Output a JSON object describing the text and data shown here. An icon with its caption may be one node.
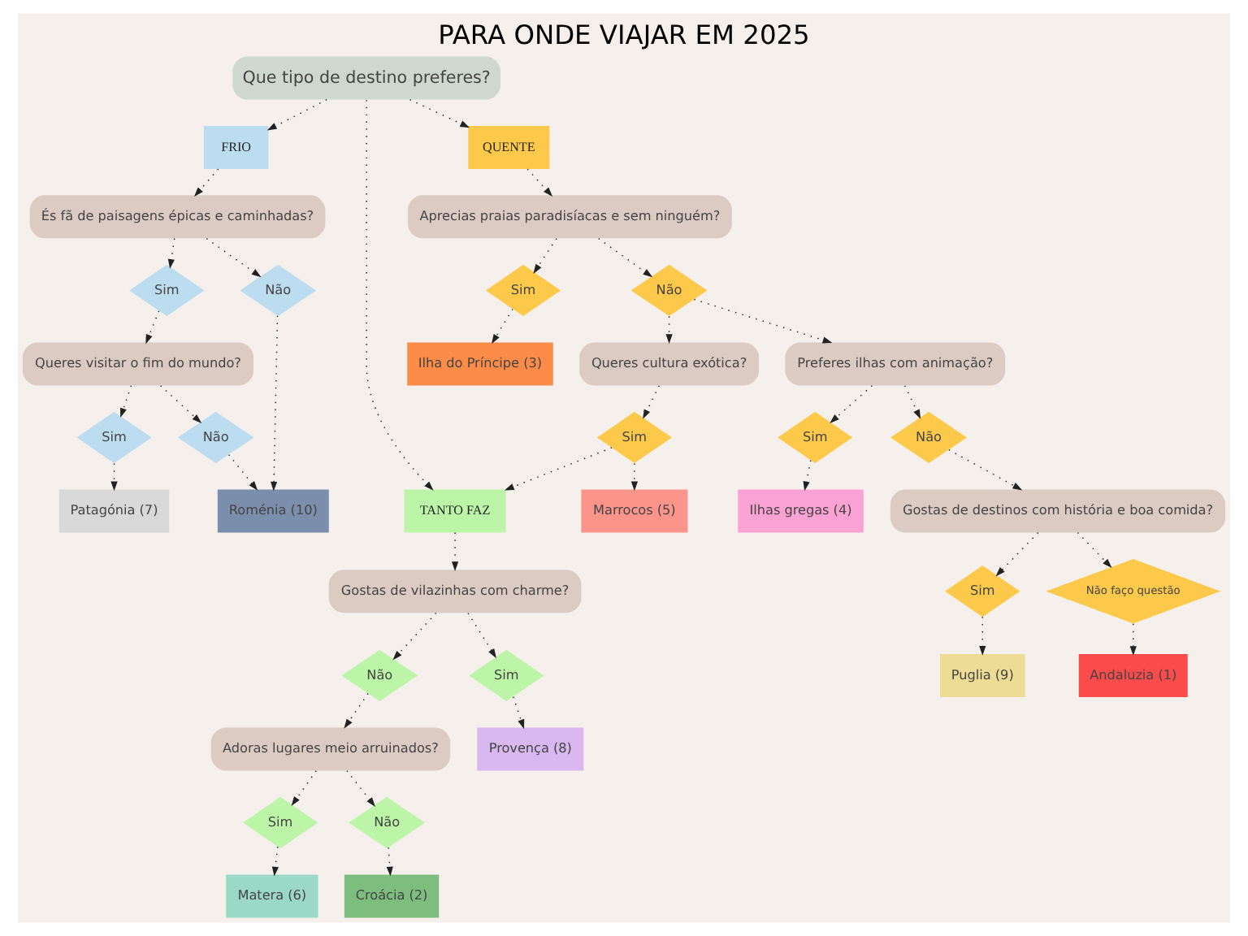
{
  "diagram": {
    "title": "PARA ONDE VIAJAR EM 2025",
    "nodes": [
      {
        "text": [
          "Que tipo de destino preferes?"
        ]
      },
      {
        "text": [
          "FRIO"
        ]
      },
      {
        "text": [
          "QUENTE"
        ]
      },
      {
        "text": [
          "TANTO FAZ"
        ]
      },
      {
        "text": [
          "Marrocos (5)"
        ]
      },
      {
        "text": [
          "Sim"
        ]
      },
      {
        "text": [
          "És fã de paisagens épicas e caminhadas?"
        ]
      },
      {
        "text": [
          "Não"
        ]
      },
      {
        "text": [
          "Roménia (10)"
        ]
      },
      {
        "text": [
          "Sim"
        ]
      },
      {
        "text": [
          "Queres visitar o fim do mundo?"
        ]
      },
      {
        "text": [
          "Não"
        ]
      },
      {
        "text": [
          "Sim"
        ]
      },
      {
        "text": [
          "Patagónia (7)"
        ]
      },
      {
        "text": [
          "Andaluzia (1)"
        ]
      },
      {
        "text": [
          "Não faço questão"
        ]
      },
      {
        "text": [
          "Gostas de destinos com história e boa comida?"
        ]
      },
      {
        "text": [
          "Sim"
        ]
      },
      {
        "text": [
          "Puglia (9)"
        ]
      },
      {
        "text": [
          "Aprecias praias paradisíacas e sem ninguém?"
        ]
      },
      {
        "text": [
          "Sim"
        ]
      },
      {
        "text": [
          "Ilha do Príncipe (3)"
        ]
      },
      {
        "text": [
          "Não"
        ]
      },
      {
        "text": [
          "Queres cultura exótica?"
        ]
      },
      {
        "text": [
          "Preferes ilhas com animação?"
        ]
      },
      {
        "text": [
          "Sim"
        ]
      },
      {
        "text": [
          "Ilhas gregas (4)"
        ]
      },
      {
        "text": [
          "Não"
        ]
      },
      {
        "text": [
          "Gostas de vilazinhas com charme?"
        ]
      },
      {
        "text": [
          "Não"
        ]
      },
      {
        "text": [
          "Sim"
        ]
      },
      {
        "text": [
          "Adoras lugares meio arruinados?"
        ]
      },
      {
        "text": [
          "Sim"
        ]
      },
      {
        "text": [
          "Matera (6)"
        ]
      },
      {
        "text": [
          "Provença (8)"
        ]
      },
      {
        "text": [
          "Não"
        ]
      },
      {
        "text": [
          "Croácia (2)"
        ]
      }
    ],
    "edges": [
      {
        "from": 0,
        "to": 1,
        "arrow": "to"
      },
      {
        "from": 0,
        "to": 2,
        "arrow": "to"
      },
      {
        "from": 0,
        "to": 3,
        "arrow": "to"
      },
      {
        "from": 1,
        "to": 6,
        "arrow": "to"
      },
      {
        "from": 6,
        "to": 7,
        "arrow": "to"
      },
      {
        "from": 7,
        "to": 8,
        "arrow": "to"
      },
      {
        "from": 6,
        "to": 9,
        "arrow": "to"
      },
      {
        "from": 9,
        "to": 10,
        "arrow": "to"
      },
      {
        "from": 10,
        "to": 11,
        "arrow": "to"
      },
      {
        "from": 11,
        "to": 8,
        "arrow": "to"
      },
      {
        "from": 10,
        "to": 12,
        "arrow": "to"
      },
      {
        "from": 12,
        "to": 13,
        "arrow": "to"
      },
      {
        "from": 15,
        "to": 14,
        "arrow": "to"
      },
      {
        "from": 16,
        "to": 15,
        "arrow": "to"
      },
      {
        "from": 16,
        "to": 17,
        "arrow": "to"
      },
      {
        "from": 17,
        "to": 18,
        "arrow": "to"
      },
      {
        "from": 2,
        "to": 19,
        "arrow": "to"
      },
      {
        "from": 19,
        "to": 20,
        "arrow": "to"
      },
      {
        "from": 20,
        "to": 21,
        "arrow": "to"
      },
      {
        "from": 19,
        "to": 22,
        "arrow": "to"
      },
      {
        "from": 22,
        "to": 23,
        "arrow": "to"
      },
      {
        "from": 23,
        "to": 5,
        "arrow": "to"
      },
      {
        "from": 5,
        "to": 4,
        "arrow": "to"
      },
      {
        "from": 5,
        "to": 3,
        "arrow": "to"
      },
      {
        "from": 22,
        "to": 24,
        "arrow": "to"
      },
      {
        "from": 24,
        "to": 25,
        "arrow": "to"
      },
      {
        "from": 25,
        "to": 26,
        "arrow": "to"
      },
      {
        "from": 24,
        "to": 27,
        "arrow": "to"
      },
      {
        "from": 27,
        "to": 16,
        "arrow": "to"
      },
      {
        "from": 3,
        "to": 28,
        "arrow": "to"
      },
      {
        "from": 28,
        "to": 29,
        "arrow": "to"
      },
      {
        "from": 29,
        "to": 31,
        "arrow": "to"
      },
      {
        "from": 28,
        "to": 30,
        "arrow": "to"
      },
      {
        "from": 30,
        "to": 34,
        "arrow": "to"
      },
      {
        "from": 31,
        "to": 32,
        "arrow": "to"
      },
      {
        "from": 32,
        "to": 33,
        "arrow": "to"
      },
      {
        "from": 31,
        "to": 35,
        "arrow": "to"
      },
      {
        "from": 35,
        "to": 36,
        "arrow": "to"
      }
    ]
  }
}
